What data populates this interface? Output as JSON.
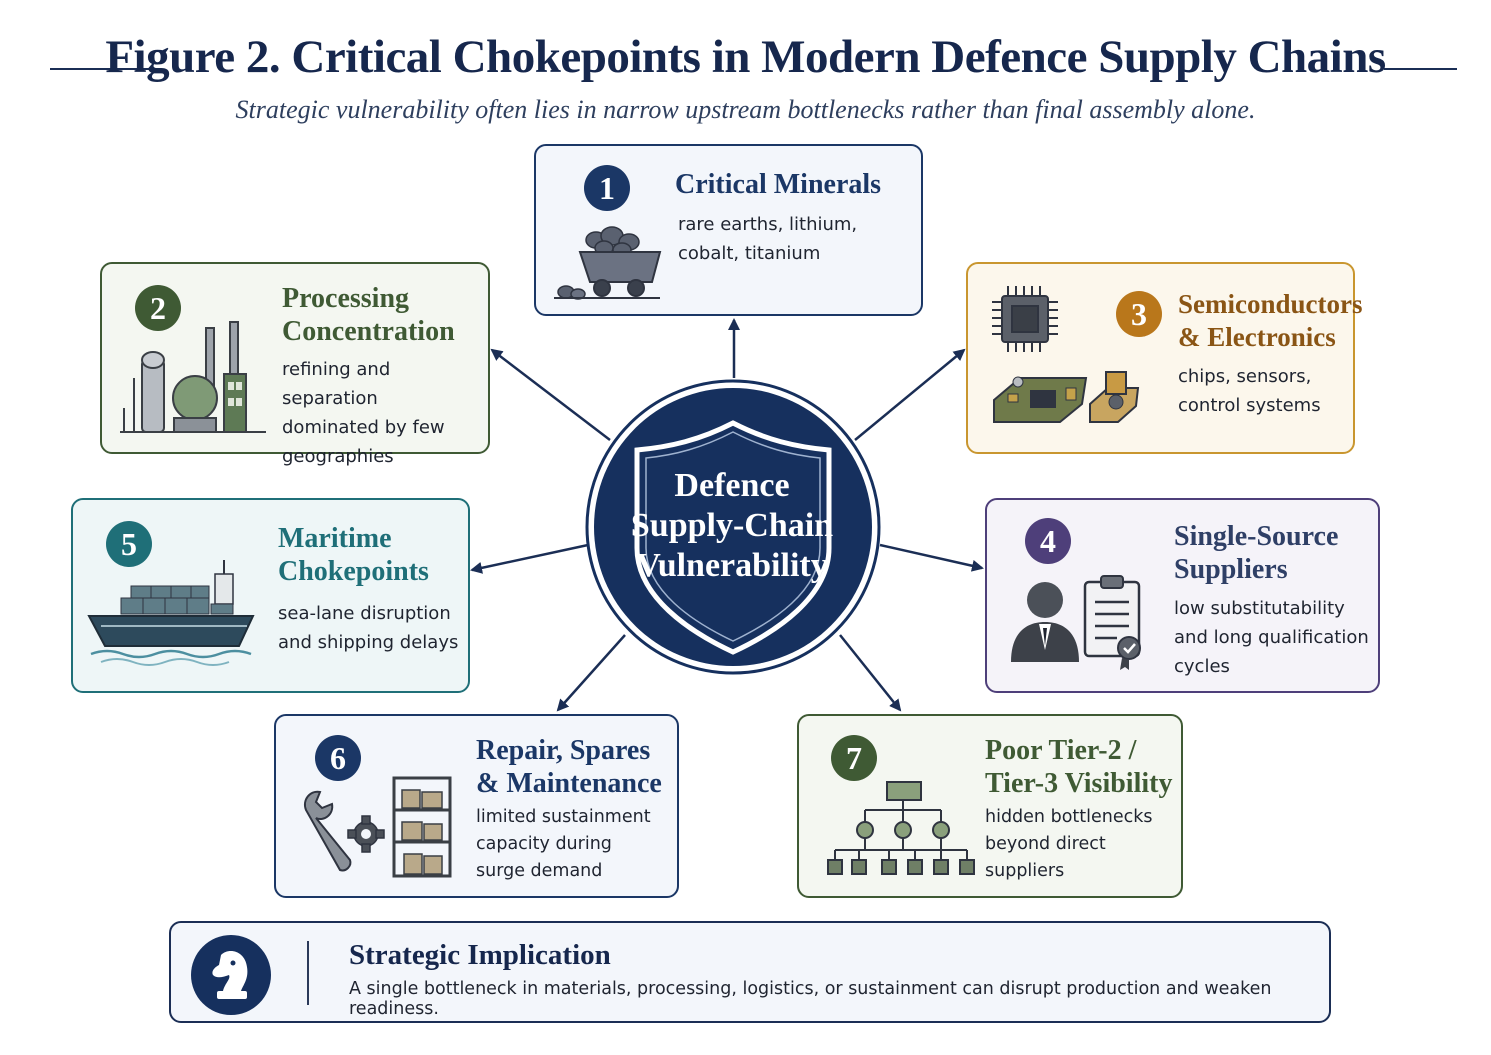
{
  "header": {
    "title": "Figure 2. Critical Chokepoints in Modern Defence Supply Chains",
    "subtitle": "Strategic vulnerability often lies in narrow upstream bottlenecks rather than final assembly alone."
  },
  "center": {
    "label": "Defence\nSupply-Chain\nVulnerability",
    "color": "#16305e"
  },
  "chokepoints": [
    {
      "number": "1",
      "title": "Critical Minerals",
      "description": "rare earths, lithium,\n cobalt, titanium",
      "color": "#1b3766",
      "icon": "mine-cart-icon"
    },
    {
      "number": "2",
      "title": "Processing\nConcentration",
      "description": "refining and separation\ndominated by few\ngeographies",
      "color": "#3f5a34",
      "icon": "refinery-icon"
    },
    {
      "number": "3",
      "title": "Semiconductors\n& Electronics",
      "description": "chips, sensors,\ncontrol systems",
      "color": "#b9771b",
      "icon": "microchip-icon"
    },
    {
      "number": "4",
      "title": "Single-Source\nSuppliers",
      "description": "low substitutability\nand long qualification\ncycles",
      "color": "#4e3f7a",
      "icon": "supplier-contract-icon"
    },
    {
      "number": "5",
      "title": "Maritime\nChokepoints",
      "description": "sea-lane disruption\nand shipping delays",
      "color": "#1f6f78",
      "icon": "container-ship-icon"
    },
    {
      "number": "6",
      "title": "Repair, Spares\n& Maintenance",
      "description": "limited sustainment\ncapacity during\nsurge demand",
      "color": "#1b3766",
      "icon": "wrench-gear-icon"
    },
    {
      "number": "7",
      "title": "Poor Tier-2 /\nTier-3 Visibility",
      "description": "hidden bottlenecks\nbeyond direct\nsuppliers",
      "color": "#3f5a34",
      "icon": "hierarchy-icon"
    }
  ],
  "implication": {
    "title": "Strategic Implication",
    "description": "A single bottleneck in materials, processing, logistics, or sustainment can disrupt production and weaken readiness.",
    "icon": "chess-knight-icon"
  }
}
